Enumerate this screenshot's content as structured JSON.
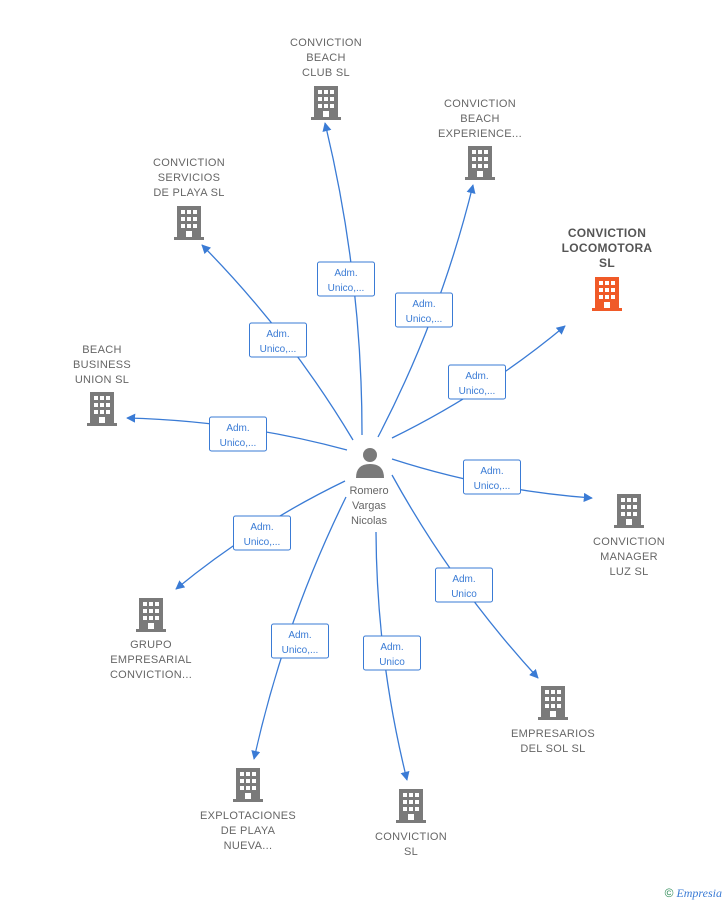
{
  "colors": {
    "edge": "#3a7bd5",
    "building": "#7a7a7a",
    "highlight": "#f05a28",
    "person": "#7a7a7a"
  },
  "center": {
    "name_lines": [
      "Romero",
      "Vargas",
      "Nicolas"
    ],
    "icon": "person-icon"
  },
  "companies": [
    {
      "id": "conviction-beach-club",
      "lines": [
        "CONVICTION",
        "BEACH",
        "CLUB  SL"
      ],
      "edge_label": [
        "Adm.",
        "Unico,..."
      ],
      "icon": "building-icon"
    },
    {
      "id": "conviction-beach-experience",
      "lines": [
        "CONVICTION",
        "BEACH",
        "EXPERIENCE..."
      ],
      "edge_label": [
        "Adm.",
        "Unico,..."
      ],
      "icon": "building-icon"
    },
    {
      "id": "conviction-servicios-de-playa",
      "lines": [
        "CONVICTION",
        "SERVICIOS",
        "DE PLAYA  SL"
      ],
      "edge_label": [
        "Adm.",
        "Unico,..."
      ],
      "icon": "building-icon"
    },
    {
      "id": "conviction-locomotora",
      "lines": [
        "CONVICTION",
        "LOCOMOTORA",
        "SL"
      ],
      "edge_label": [
        "Adm.",
        "Unico,..."
      ],
      "icon": "building-icon",
      "highlight": true
    },
    {
      "id": "beach-business-union",
      "lines": [
        "BEACH",
        "BUSINESS",
        "UNION  SL"
      ],
      "edge_label": [
        "Adm.",
        "Unico,..."
      ],
      "icon": "building-icon"
    },
    {
      "id": "conviction-manager-luz",
      "lines": [
        "CONVICTION",
        "MANAGER",
        "LUZ  SL"
      ],
      "edge_label": [
        "Adm.",
        "Unico,..."
      ],
      "icon": "building-icon"
    },
    {
      "id": "grupo-empresarial-conviction",
      "lines": [
        "GRUPO",
        "EMPRESARIAL",
        "CONVICTION..."
      ],
      "edge_label": [
        "Adm.",
        "Unico,..."
      ],
      "icon": "building-icon"
    },
    {
      "id": "empresarios-del-sol",
      "lines": [
        "EMPRESARIOS",
        "DEL SOL  SL"
      ],
      "edge_label": [
        "Adm.",
        "Unico"
      ],
      "icon": "building-icon"
    },
    {
      "id": "explotaciones-de-playa-nueva",
      "lines": [
        "EXPLOTACIONES",
        "DE PLAYA",
        "NUEVA..."
      ],
      "edge_label": [
        "Adm.",
        "Unico,..."
      ],
      "icon": "building-icon"
    },
    {
      "id": "conviction-sl",
      "lines": [
        "CONVICTION",
        "SL"
      ],
      "edge_label": [
        "Adm.",
        "Unico"
      ],
      "icon": "building-icon"
    }
  ],
  "footer": {
    "copyright": "©",
    "brand": "Empresia"
  }
}
